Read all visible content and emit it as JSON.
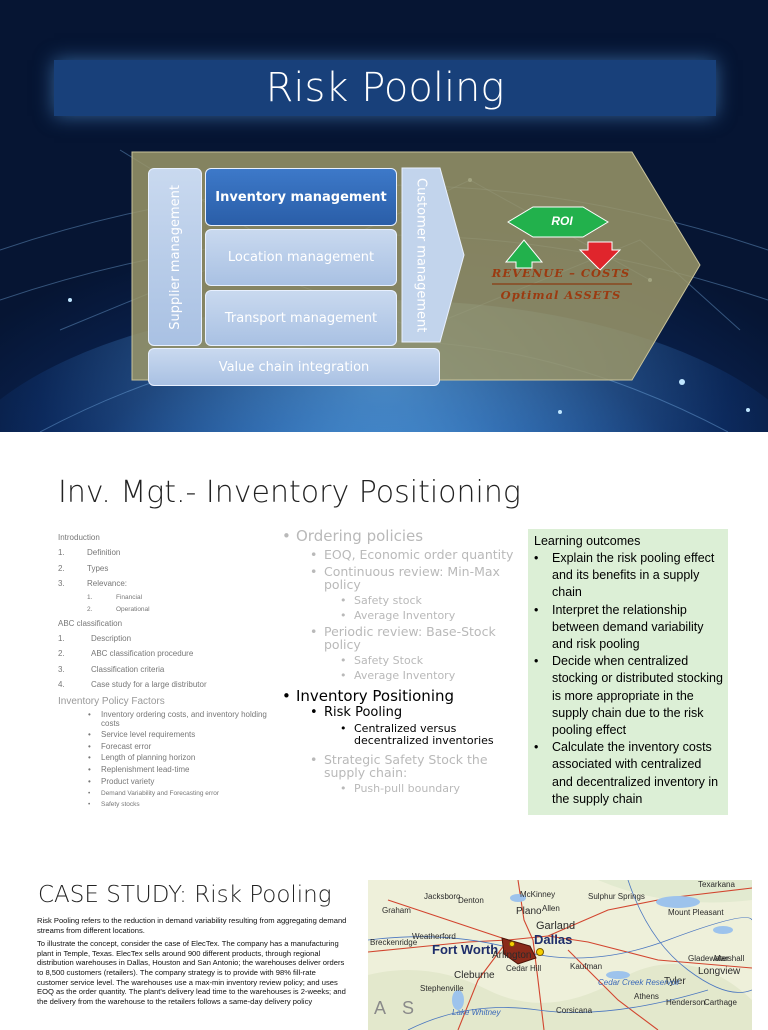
{
  "slide1": {
    "title": "Risk Pooling",
    "diagram": {
      "supplier": "Supplier management",
      "inventory": "Inventory management",
      "location": "Location management",
      "transport": "Transport management",
      "customer": "Customer management",
      "value_chain": "Value chain integration",
      "roi": "ROI",
      "revenue_costs": "REVENUE – COSTS",
      "optimal_assets": "Optimal ASSETS"
    }
  },
  "slide2": {
    "title": "Inv. Mgt.- Inventory Positioning",
    "outline": [
      {
        "text": "Introduction",
        "indent": 0
      },
      {
        "num": "1.",
        "text": "Definition",
        "indent": 1
      },
      {
        "num": "2.",
        "text": "Types",
        "indent": 1
      },
      {
        "num": "3.",
        "text": "Relevance:",
        "indent": 1
      },
      {
        "num": "1.",
        "text": "Financial",
        "indent": 2
      },
      {
        "num": "2.",
        "text": "Operational",
        "indent": 2
      },
      {
        "text": "ABC classification",
        "indent": 0
      },
      {
        "num": "1.",
        "text": "Description",
        "indent": 1
      },
      {
        "num": "2.",
        "text": "ABC classification procedure",
        "indent": 1
      },
      {
        "num": "3.",
        "text": "Classification criteria",
        "indent": 1
      },
      {
        "num": "4.",
        "text": "Case study for a large distributor",
        "indent": 1
      }
    ],
    "policy_factors_title": "Inventory Policy Factors",
    "policy_factors": [
      "Inventory ordering costs, and inventory holding costs",
      "Service level requirements",
      "Forecast error",
      "Length of planning horizon",
      "Replenishment lead-time",
      "Product variety",
      "Demand Variability and Forecasting error",
      "Safety stocks"
    ],
    "middle": {
      "ordering": "Ordering policies",
      "eoq": "EOQ, Economic order quantity",
      "continuous": "Continuous review: Min-Max policy",
      "safety_stock_1": "Safety stock",
      "avg_inv_1": "Average Inventory",
      "periodic": "Periodic review: Base-Stock policy",
      "safety_stock_2": "Safety Stock",
      "avg_inv_2": "Average Inventory",
      "positioning": "Inventory Positioning",
      "risk_pooling": "Risk Pooling",
      "centralized": "Centralized versus decentralized inventories",
      "strategic": "Strategic Safety Stock the supply chain:",
      "push_pull": "Push-pull boundary"
    },
    "learning": {
      "title": "Learning outcomes",
      "items": [
        "Explain the risk pooling effect and its benefits in a supply chain",
        "Interpret the relationship between demand variability and risk pooling",
        "Decide when centralized stocking or distributed stocking is more appropriate in the supply chain due to the risk pooling effect",
        "Calculate the inventory costs associated with centralized and decentralized inventory in the supply chain"
      ]
    }
  },
  "slide3": {
    "title": "CASE STUDY: Risk Pooling",
    "p1": "Risk Pooling refers to the reduction in demand variability resulting from aggregating demand streams from different locations.",
    "p2": "To illustrate the concept, consider the case of ElecTex. The company has a manufacturing plant in Temple, Texas. ElecTex sells around 900 different products, through regional distribution warehouses in Dallas, Houston and San Antonio; the warehouses deliver orders to 8,500 customers (retailers). The company strategy is to provide with 98% fill-rate customer service level. The warehouses use a max-min inventory review policy; and uses EOQ as the order quantity. The plant's delivery lead time to the warehouses is 2-weeks; and the delivery from the warehouse to the retailers follows a same-day delivery policy",
    "map_labels": {
      "dallas": "Dallas",
      "fort_worth": "Fort Worth",
      "arlington": "Arlington",
      "garland": "Garland",
      "plano": "Plano",
      "allen": "Allen",
      "mckinney": "McKinney",
      "denton": "Denton",
      "texarkana": "Texarkana",
      "sulphur": "Sulphur Springs",
      "mount_pleasant": "Mount Pleasant",
      "weatherford": "Weatherford",
      "breckenridge": "Breckenridge",
      "graham": "Graham",
      "jacksboro": "Jacksboro",
      "cleburne": "Cleburne",
      "stephenville": "Stephenville",
      "kaufman": "Kaufman",
      "tyler": "Tyler",
      "longview": "Longview",
      "marshall": "Marshall",
      "gladewater": "Gladewater",
      "henderson": "Henderson",
      "carthage": "Carthage",
      "athens": "Athens",
      "corsicana": "Corsicana",
      "cedar_hill": "Cedar Hill",
      "cedar_creek": "Cedar Creek Reservoir",
      "lake_whitney": "Lake Whitney",
      "state": "A S"
    }
  }
}
